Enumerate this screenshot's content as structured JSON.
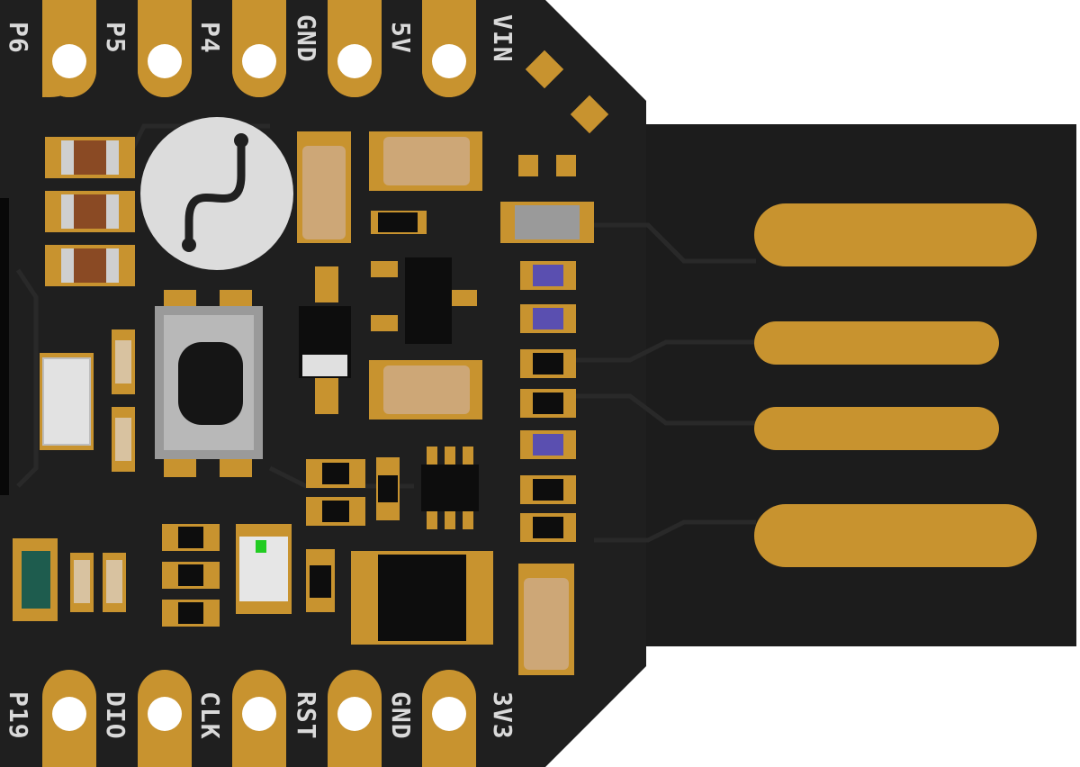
{
  "board": {
    "colors": {
      "pcb": "#1f1f1f",
      "pcb_shade": "#262626",
      "copper": "#c8932f",
      "silk": "#d9d9d9",
      "chip": "#0d0d0d",
      "cap_tan": "#c9a070",
      "resistor_brown": "#8a4a24",
      "led_blue": "#5a4fb0",
      "teal": "#1e5c4e",
      "led_green": "#22cc22"
    },
    "top_pins": [
      "P6",
      "P5",
      "P4",
      "GND",
      "5V",
      "VIN"
    ],
    "bottom_pins": [
      "P19",
      "DIO",
      "CLK",
      "RST",
      "GND",
      "3V3"
    ],
    "logo_icon": "wave-logo-icon",
    "button_icon": "reset-button-icon",
    "usb_contacts": 4
  }
}
